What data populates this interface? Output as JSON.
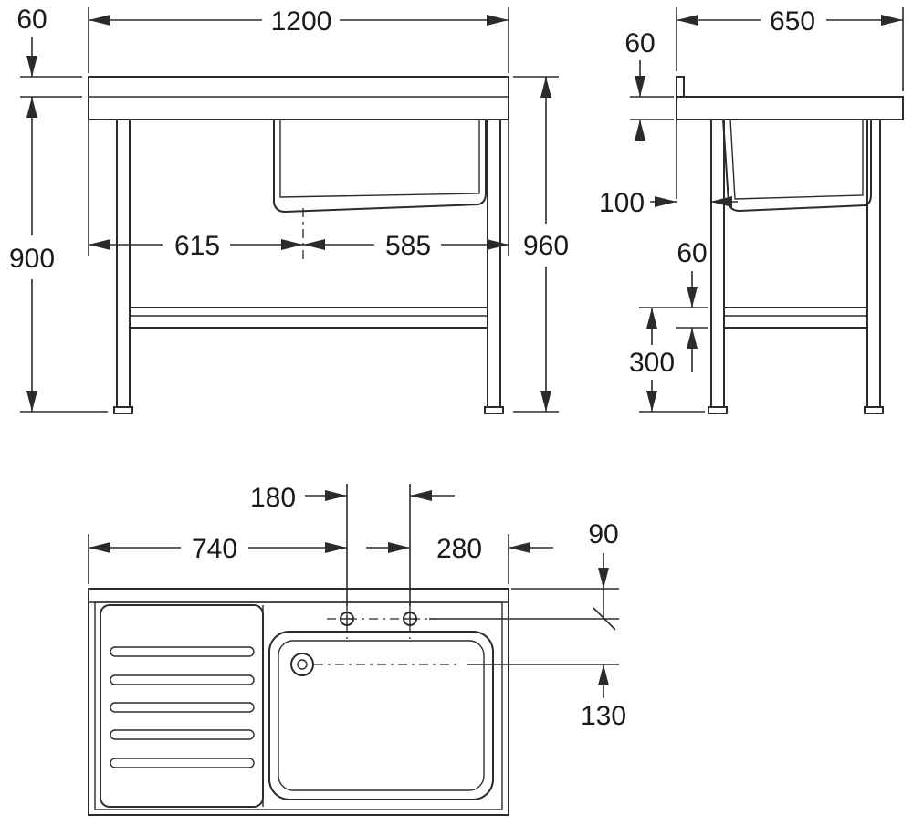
{
  "drawing": {
    "front_view": {
      "dim_splashback": "60",
      "dim_width": "1200",
      "dim_height": "900",
      "dim_total_height": "960",
      "dim_left_to_bowl_center": "615",
      "dim_bowl_center_to_right": "585"
    },
    "side_view": {
      "dim_depth": "650",
      "dim_upstand": "60",
      "dim_bowl_depth": "100",
      "dim_shelf_thickness": "60",
      "dim_shelf_height": "300"
    },
    "top_view": {
      "dim_tap_spacing": "180",
      "dim_left_to_tap": "740",
      "dim_tap_to_right": "280",
      "dim_tap_from_back": "90",
      "dim_waste_from_back": "130"
    }
  }
}
